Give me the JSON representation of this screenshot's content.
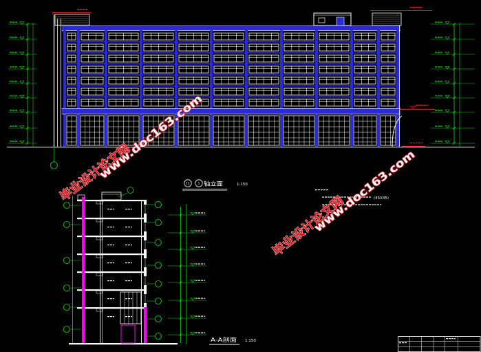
{
  "colors": {
    "background": "#000000",
    "structure_blue": "#2a2ad6",
    "line_white": "#ffffff",
    "dimension_green": "#16d916",
    "level_red": "#ff2020",
    "section_magenta": "#ff00ff",
    "edge_yellow": "#e8e84a",
    "watermark_red": "#e8141c"
  },
  "elevation": {
    "axis_from": "11",
    "axis_to": "1",
    "view_title": "轴立面",
    "scale": "1:150"
  },
  "section": {
    "view_title": "A-A剖面",
    "scale": "1:150"
  },
  "notes": {
    "material_size": "(45X45)"
  },
  "watermarks": [
    {
      "site_name": "毕业设计论文网",
      "url": "www.doc163.com"
    },
    {
      "site_name": "毕业设计论文网",
      "url": "www.doc163.com"
    }
  ]
}
